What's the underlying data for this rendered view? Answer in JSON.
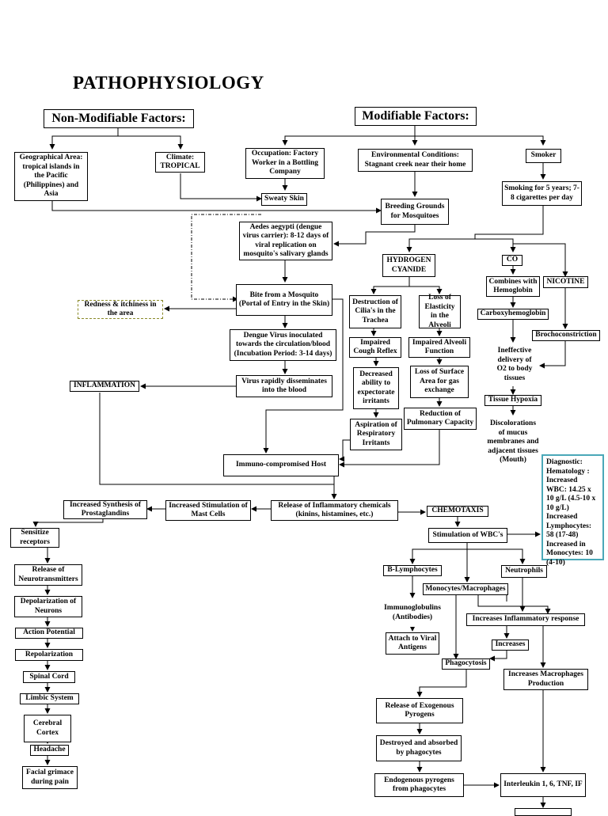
{
  "title": "PATHOPHYSIOLOGY",
  "nodes": {
    "non_modifiable": "Non-Modifiable Factors:",
    "modifiable": "Modifiable Factors:",
    "geographical": "Geographical Area: tropical islands in the Pacific (Philippines) and Asia",
    "climate": "Climate: TROPICAL",
    "occupation": "Occupation: Factory Worker in a Bottling Company",
    "environment": "Environmental Conditions: Stagnant creek near their home",
    "smoker": "Smoker",
    "sweaty_skin": "Sweaty Skin",
    "breeding": "Breeding Grounds for Mosquitoes",
    "smoking_years": "Smoking for 5 years; 7-8 cigarettes per day",
    "aedes": "Aedes aegypti (dengue virus carrier): 8-12 days of viral replication on mosquito's salivary glands",
    "hydrogen_cyanide": "HYDROGEN CYANIDE",
    "co": "CO",
    "nicotine": "NICOTINE",
    "combines_hemoglobin": "Combines with Hemoglobin",
    "carboxyhemoglobin": "Carboxyhemoglobin",
    "brochoconstriction": "Brochoconstriction",
    "ineffective_delivery": "Ineffective delivery of O2 to body tissues",
    "tissue_hypoxia": "Tissue Hypoxia",
    "discolorations": "Discolorations of mucus membranes and adjacent tissues (Mouth)",
    "bite": "Bite from a Mosquito (Portal of Entry in the Skin)",
    "redness": "Redness & itchiness in the area",
    "destruction_cilia": "Destruction of Cilia's in the Trachea",
    "loss_elasticity": "Loss of Elasticity in the Alveoli",
    "impaired_cough": "Impaired Cough Reflex",
    "impaired_alveoli": "Impaired Alveoli Function",
    "decreased_ability": "Decreased ability to expectorate irritants",
    "loss_surface": "Loss of Surface Area for gas exchange",
    "reduction_pulmonary": "Reduction of Pulmonary Capacity",
    "aspiration": "Aspiration of Respiratory Irritants",
    "dengue_inoculated": "Dengue Virus inoculated towards the circulation/blood (Incubation Period: 3-14 days)",
    "inflammation": "INFLAMMATION",
    "virus_disseminates": "Virus rapidly disseminates into the blood",
    "immuno_host": "Immuno-compromised Host",
    "diagnostic": "Diagnostic: Hematology : Increased WBC: 14.25 x 10 g/L (4.5-10 x 10 g/L) Increased Lymphocytes: 58 (17-48) Increased in Monocytes: 10 (4-10)",
    "release_inflammatory": "Release of Inflammatory chemicals (kinins, histamines, etc.)",
    "increased_stimulation_mast": "Increased Stimulation of Mast Cells",
    "increased_synthesis": "Increased Synthesis of Prostaglandins",
    "chemotaxis": "CHEMOTAXIS",
    "stimulation_wbc": "Stimulation of WBC's",
    "sensitize": "Sensitize receptors",
    "release_neuro": "Release of Neurotransmitters",
    "depolarization": "Depolarization of Neurons",
    "action_potential": "Action Potential",
    "repolarization": "Repolarization",
    "spinal_cord": "Spinal Cord",
    "limbic": "Limbic System",
    "cerebral_cortex": "Cerebral Cortex",
    "headache": "Headache",
    "facial_grimace": "Facial grimace during pain",
    "b_lymphocytes": "B-Lymphocytes",
    "neutrophils": "Neutrophils",
    "monocytes": "Monocytes/Macrophages",
    "immunoglobulins": "Immunoglobulins (Antibodies)",
    "increases_inflammatory": "Increases Inflammatory response",
    "attach_antigens": "Attach to Viral Antigens",
    "increases": "Increases",
    "phagocytosis": "Phagocytosis",
    "increases_macrophages": "Increases Macrophages Production",
    "release_exogenous": "Release of Exogenous Pyrogens",
    "destroyed_absorbed": "Destroyed and absorbed by phagocytes",
    "endogenous_pyrogens": "Endogenous pyrogens from phagocytes",
    "interleukin": "Interleukin 1, 6, TNF, IF"
  }
}
